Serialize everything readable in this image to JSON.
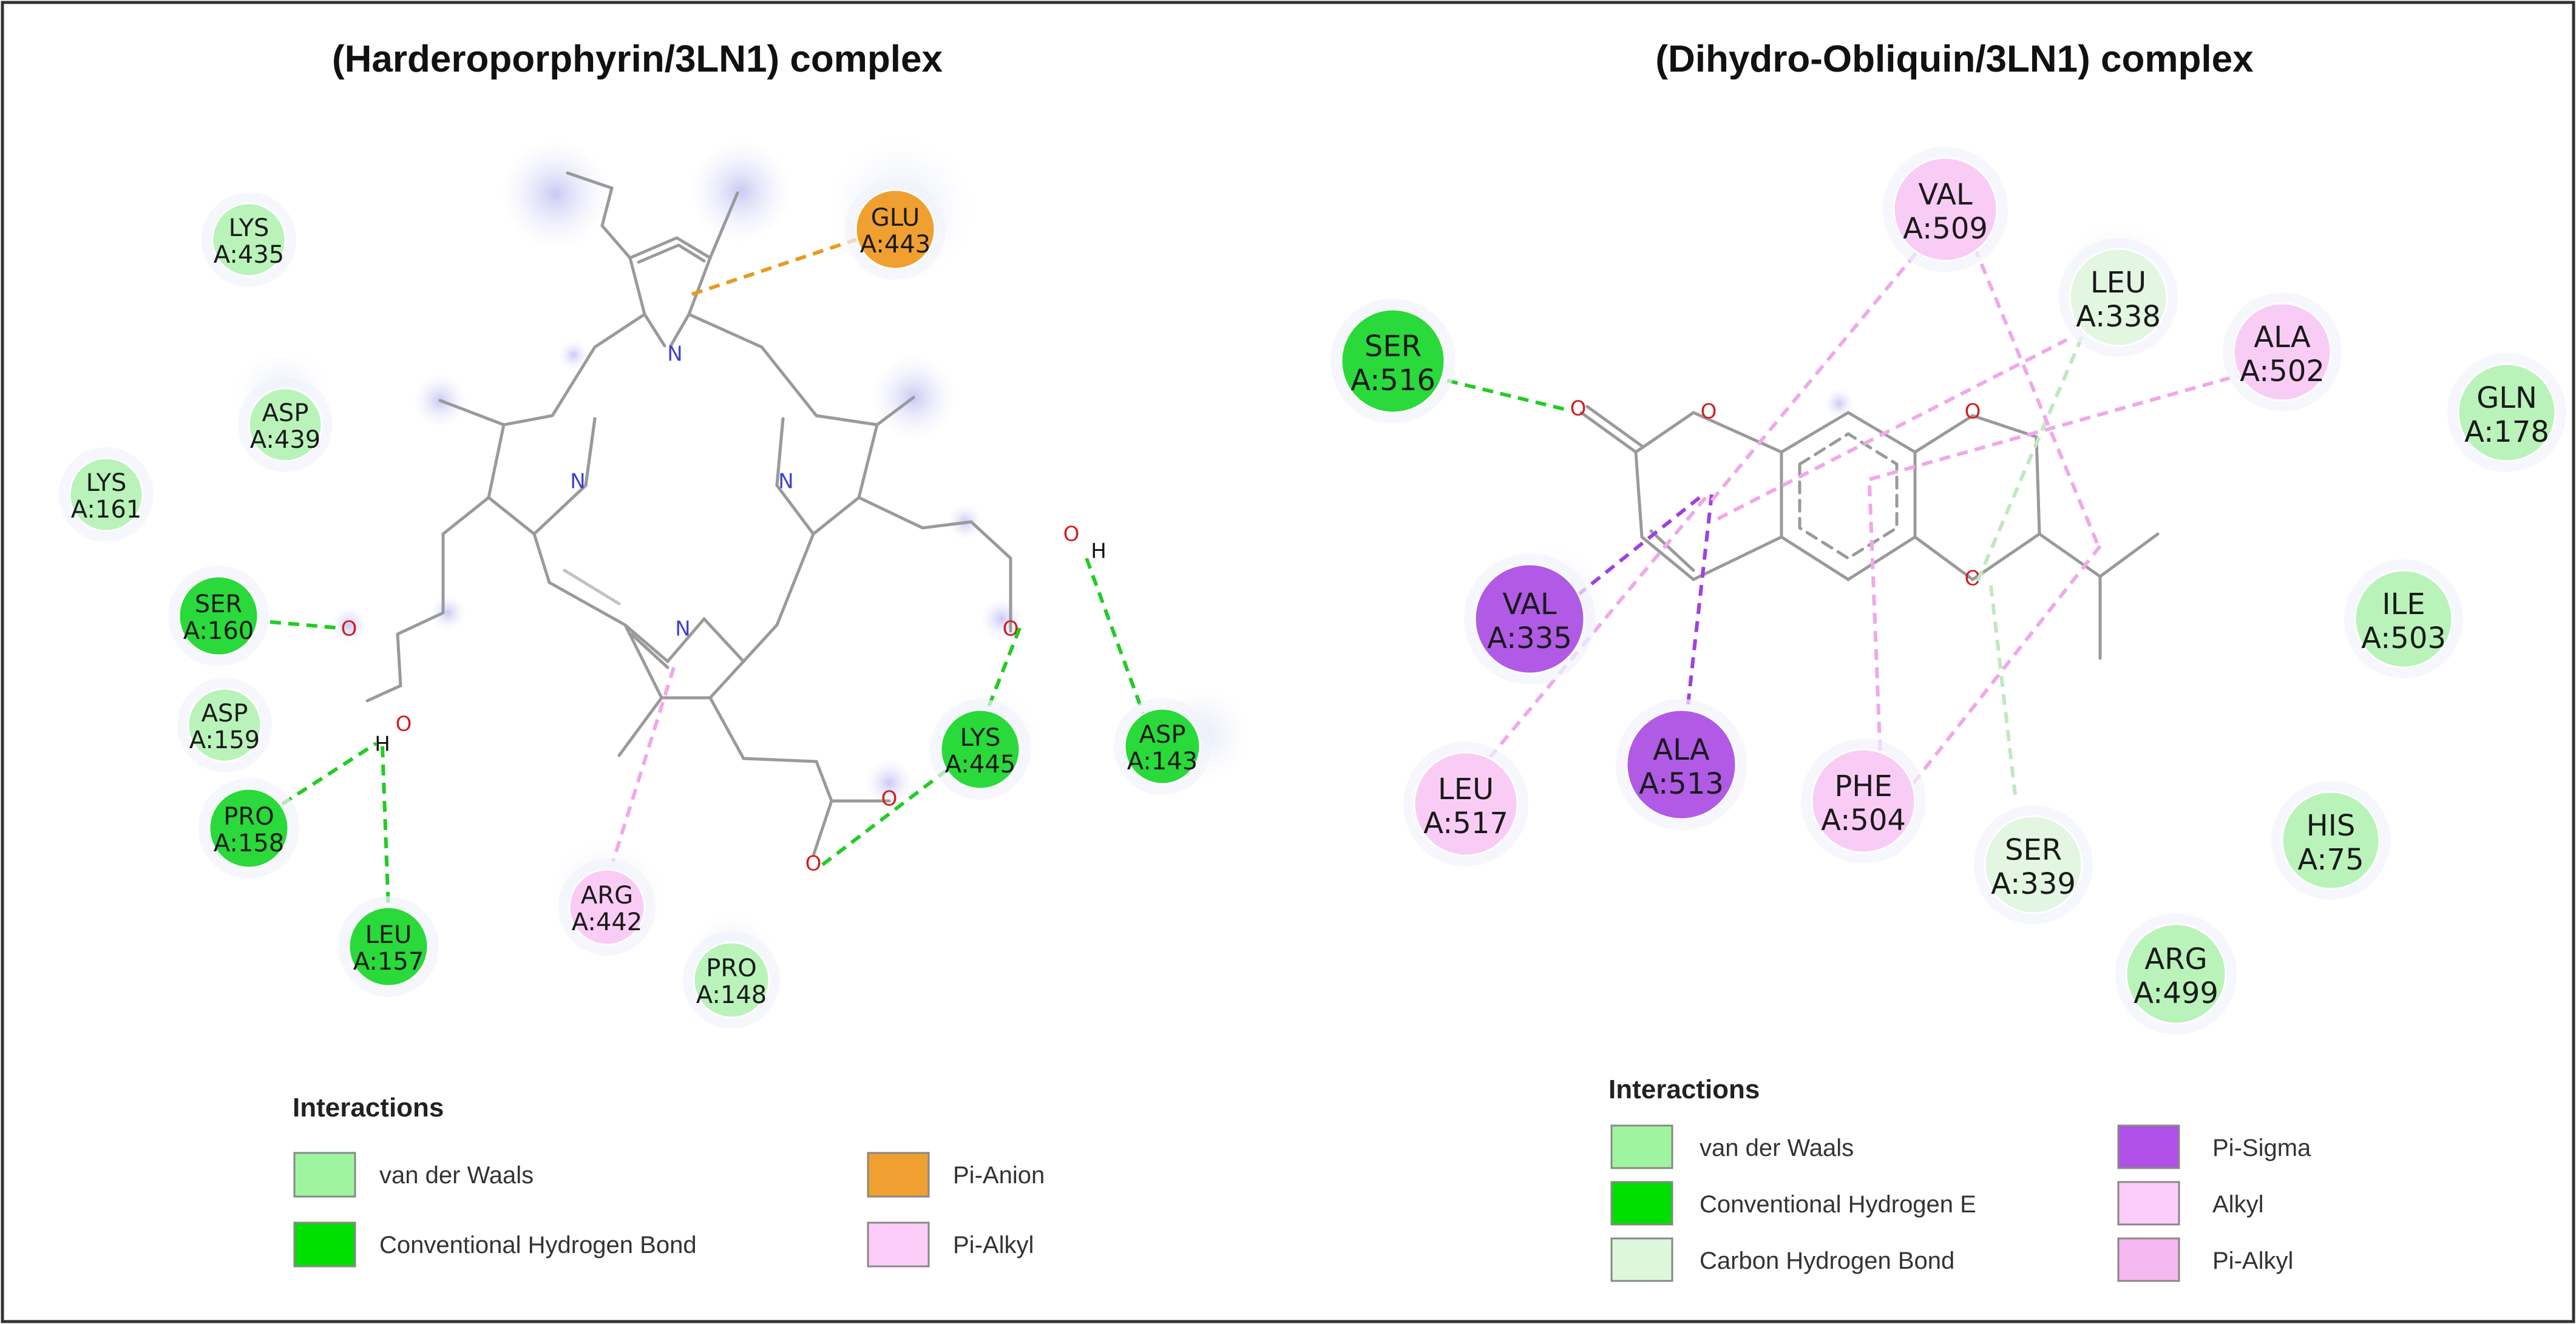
{
  "left": {
    "title": "(Harderoporphyrin/3LN1) complex",
    "residues": [
      {
        "name": "LYS",
        "id": "A:435",
        "type": "van der Waals"
      },
      {
        "name": "ASP",
        "id": "A:439",
        "type": "van der Waals"
      },
      {
        "name": "LYS",
        "id": "A:161",
        "type": "van der Waals"
      },
      {
        "name": "SER",
        "id": "A:160",
        "type": "Conventional Hydrogen Bond"
      },
      {
        "name": "ASP",
        "id": "A:159",
        "type": "van der Waals"
      },
      {
        "name": "PRO",
        "id": "A:158",
        "type": "Conventional Hydrogen Bond"
      },
      {
        "name": "LEU",
        "id": "A:157",
        "type": "Conventional Hydrogen Bond"
      },
      {
        "name": "ARG",
        "id": "A:442",
        "type": "Pi-Alkyl"
      },
      {
        "name": "PRO",
        "id": "A:148",
        "type": "van der Waals"
      },
      {
        "name": "LYS",
        "id": "A:445",
        "type": "Conventional Hydrogen Bond"
      },
      {
        "name": "ASP",
        "id": "A:143",
        "type": "Conventional Hydrogen Bond"
      },
      {
        "name": "GLU",
        "id": "A:443",
        "type": "Pi-Anion"
      }
    ],
    "legend": {
      "heading": "Interactions",
      "items": [
        {
          "label": "van der Waals",
          "color": "#9ff59f"
        },
        {
          "label": "Conventional Hydrogen Bond",
          "color": "#00e000"
        },
        {
          "label": "Pi-Anion",
          "color": "#f0a030"
        },
        {
          "label": "Pi-Alkyl",
          "color": "#fbcdf8"
        }
      ]
    }
  },
  "right": {
    "title": "(Dihydro-Obliquin/3LN1) complex",
    "residues": [
      {
        "name": "VAL",
        "id": "A:509",
        "type": "Alkyl"
      },
      {
        "name": "LEU",
        "id": "A:338",
        "type": "Carbon Hydrogen Bond"
      },
      {
        "name": "ALA",
        "id": "A:502",
        "type": "Pi-Alkyl"
      },
      {
        "name": "SER",
        "id": "A:516",
        "type": "Conventional Hydrogen Bond"
      },
      {
        "name": "GLN",
        "id": "A:178",
        "type": "van der Waals"
      },
      {
        "name": "VAL",
        "id": "A:335",
        "type": "Pi-Sigma"
      },
      {
        "name": "ILE",
        "id": "A:503",
        "type": "van der Waals"
      },
      {
        "name": "ALA",
        "id": "A:513",
        "type": "Pi-Sigma"
      },
      {
        "name": "LEU",
        "id": "A:517",
        "type": "Pi-Alkyl"
      },
      {
        "name": "PHE",
        "id": "A:504",
        "type": "Pi-Alkyl"
      },
      {
        "name": "SER",
        "id": "A:339",
        "type": "Carbon Hydrogen Bond"
      },
      {
        "name": "HIS",
        "id": "A:75",
        "type": "van der Waals"
      },
      {
        "name": "ARG",
        "id": "A:499",
        "type": "van der Waals"
      }
    ],
    "legend": {
      "heading": "Interactions",
      "items": [
        {
          "label": "van der Waals",
          "color": "#9ff59f"
        },
        {
          "label": "Conventional Hydrogen E",
          "color": "#00e000"
        },
        {
          "label": "Carbon Hydrogen Bond",
          "color": "#dcf8dc"
        },
        {
          "label": "Pi-Sigma",
          "color": "#b050e8"
        },
        {
          "label": "Alkyl",
          "color": "#fbcdf8"
        },
        {
          "label": "Pi-Alkyl",
          "color": "#f6b8f0"
        }
      ]
    }
  },
  "atoms": {
    "oxygen": "O",
    "nitrogen": "N",
    "hydrogen": "H"
  },
  "colors": {
    "van der Waals": "#b8f5b8",
    "Conventional Hydrogen Bond": "#22dd33",
    "Carbon Hydrogen Bond": "#dcf6dc",
    "Pi-Anion": "#f0a030",
    "Pi-Alkyl": "#f9c8f5",
    "Alkyl": "#f9c8f5",
    "Pi-Sigma": "#b050e8",
    "bond": "#9a9a9a",
    "oxygen": "#d02020",
    "nitrogen": "#4040d0",
    "hbond_line": "#22cc22",
    "pianion_line": "#e89a20",
    "pialkyl_line": "#f0a8ea",
    "pisigma_line": "#a040e0",
    "chbond_line": "#bfe8bf"
  }
}
